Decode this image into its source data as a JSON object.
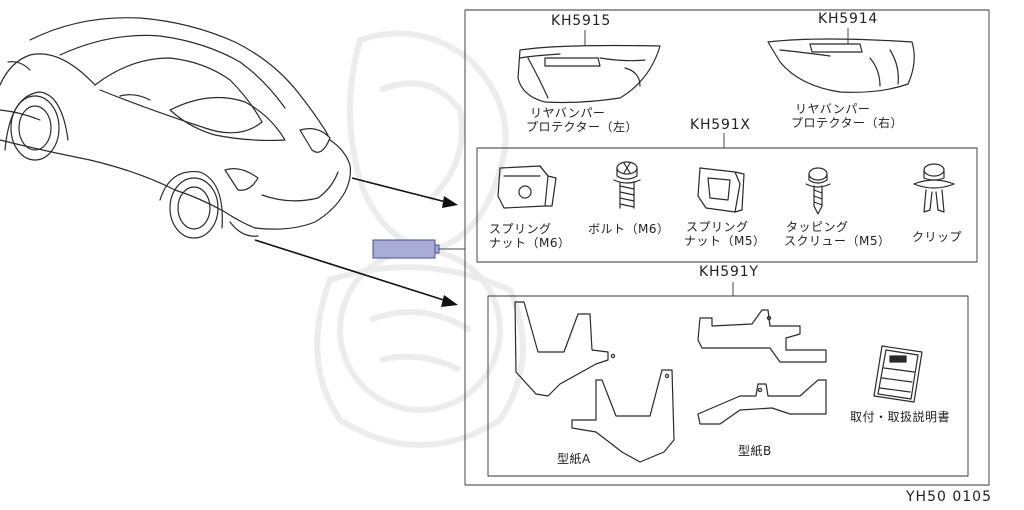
{
  "kits": {
    "right_bumper_code": "KH5915",
    "left_bumper_code": "KH5914",
    "hardware_code": "KH591X",
    "template_code": "KH591Y"
  },
  "parts": {
    "protector_left": [
      "リヤバンパー",
      "プロテクター（左）"
    ],
    "protector_right": [
      "リヤバンパー",
      "プロテクター（右）"
    ],
    "spring_nut_m6": [
      "スプリング",
      "ナット（M6）"
    ],
    "bolt_m6": "ボルト（M6）",
    "spring_nut_m5": [
      "スプリング",
      "ナット（M5）"
    ],
    "tapping_screw_m5": [
      "タッピング",
      "スクリュー（M5）"
    ],
    "clip": "クリップ",
    "template_a": "型紙A",
    "template_b": "型紙B",
    "manual": "取付・取扱説明書"
  },
  "footer": {
    "diagram_id": "YH50  0105"
  },
  "colors": {
    "line": "#2a2a2a",
    "highlight_fill": "#a8acd6",
    "highlight_stroke": "#4a4f8a",
    "watermark": "#ececec"
  }
}
